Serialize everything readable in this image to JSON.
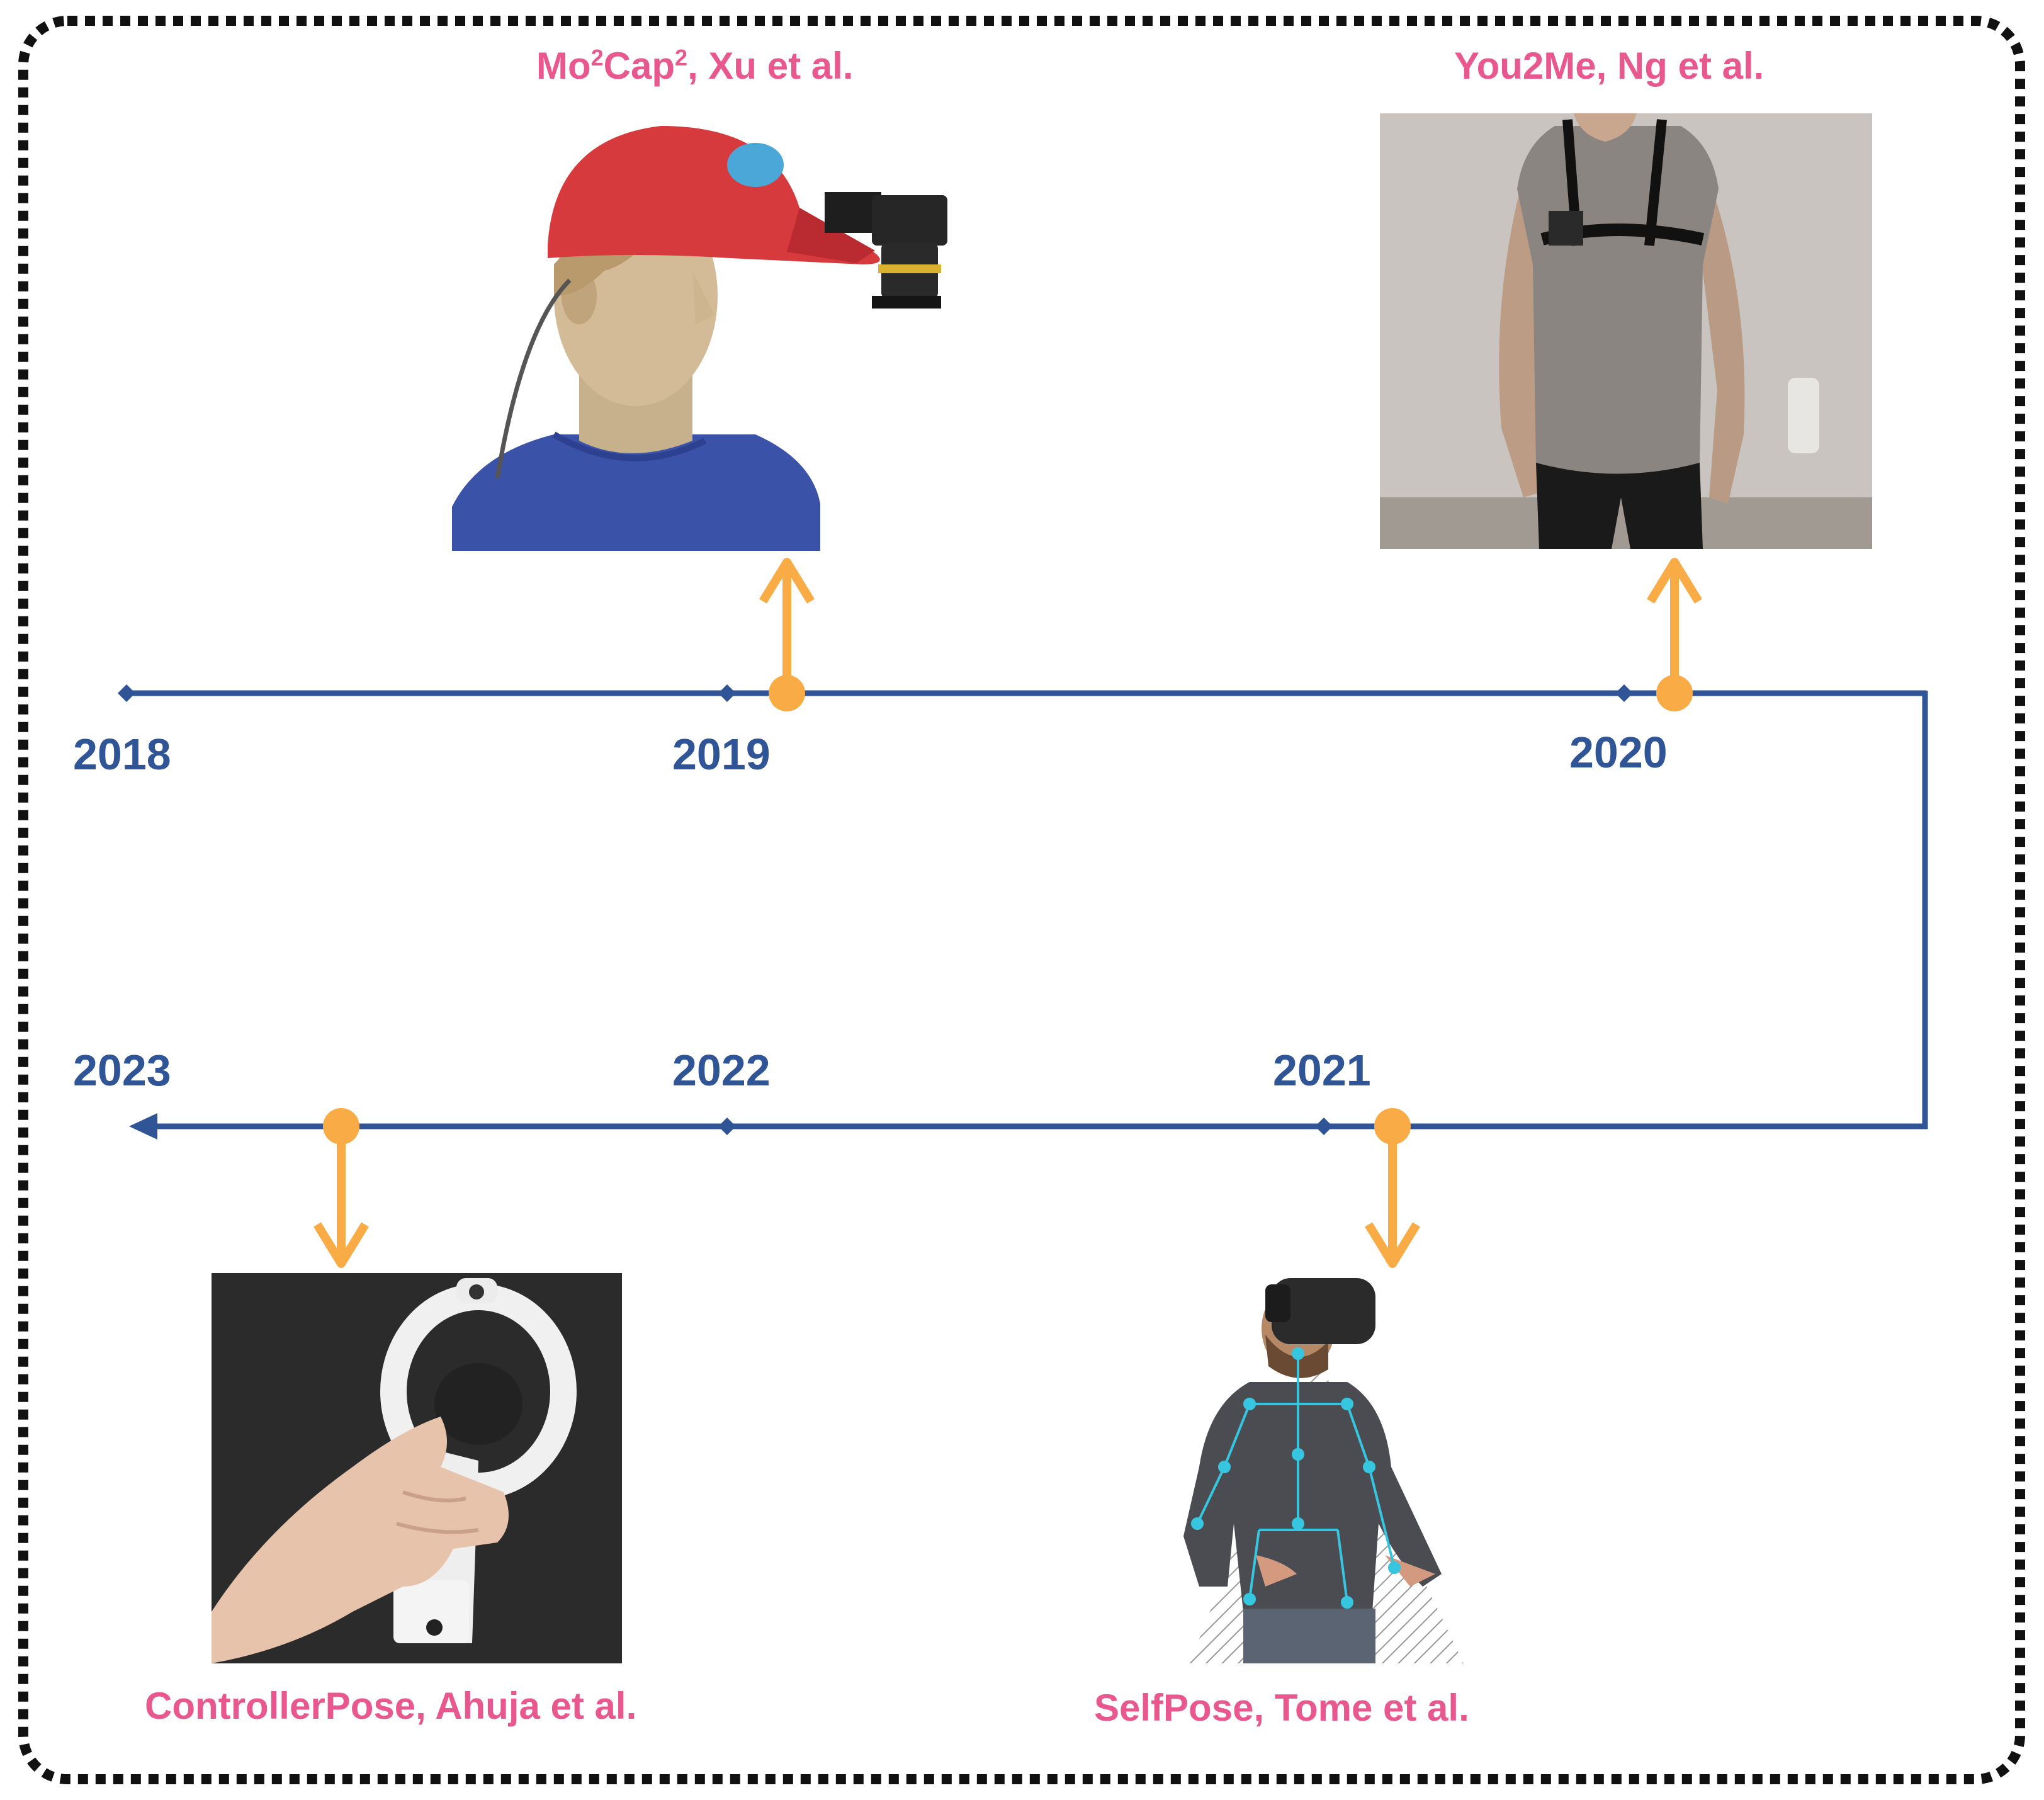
{
  "timeline": {
    "years": [
      "2018",
      "2019",
      "2020",
      "2021",
      "2022",
      "2023"
    ]
  },
  "papers": [
    {
      "name_base": "Mo",
      "sup1": "2",
      "name_mid": "Cap",
      "sup2": "2",
      "name_tail": ", Xu et al.",
      "year": "2019",
      "device": "head-mounted fisheye camera on cap"
    },
    {
      "caption": "You2Me, Ng et al.",
      "year": "2020",
      "device": "chest-mounted camera"
    },
    {
      "caption": "SelfPose, Tome et al.",
      "year": "2021",
      "device": "VR headset with downward camera"
    },
    {
      "caption": "ControllerPose, Ahuja et al.",
      "year": "2023",
      "device": "VR hand controller with camera"
    }
  ],
  "colors": {
    "timeline": "#2f5597",
    "marker": "#f9ab45",
    "caption": "#e8588f",
    "frame": "#111111"
  }
}
